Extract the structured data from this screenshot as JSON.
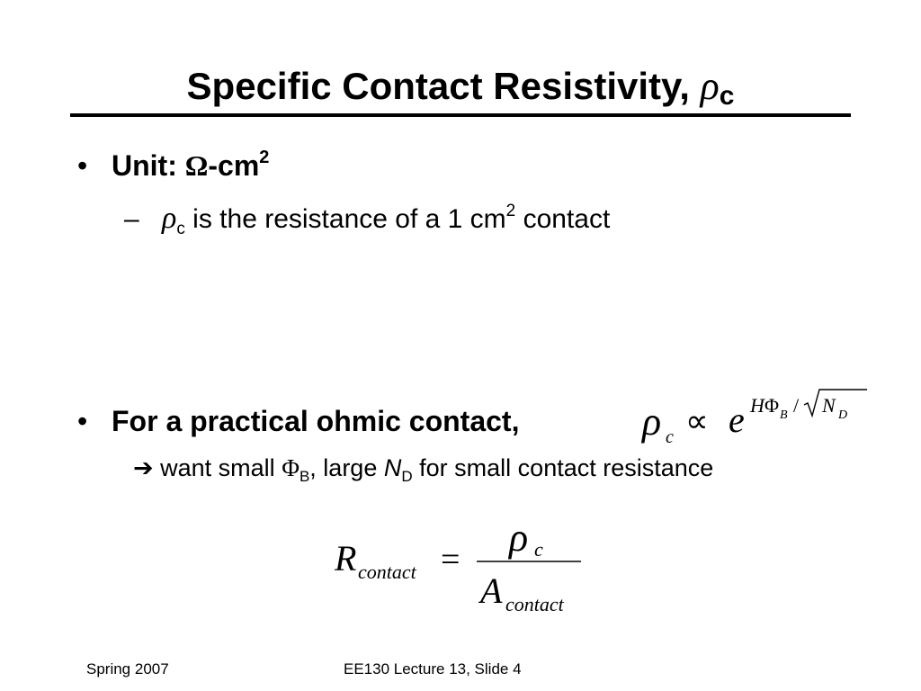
{
  "slide": {
    "title": "Specific Contact Resistivity,",
    "title_symbol": "ρ",
    "title_subscript": "c"
  },
  "bullets": [
    {
      "marker": "•",
      "label": "Unit:",
      "unit_symbol": "Ω",
      "unit_text": "-cm",
      "unit_superscript": "2",
      "sub": {
        "marker": "–",
        "symbol": "ρ",
        "symbol_subscript": "c",
        "text": "is the resistance of a 1 cm",
        "superscript": "2",
        "tail": "contact"
      }
    },
    {
      "marker": "•",
      "label": "For a practical ohmic contact,",
      "sub": {
        "arrow": "➔",
        "text_a": "want small",
        "phi": "Φ",
        "phi_subscript": "B",
        "text_b": ", large",
        "n": "N",
        "n_subscript": "D",
        "text_c": "for small contact resistance"
      }
    }
  ],
  "equation1": {
    "rho": "ρ",
    "rho_sub": "c",
    "proportional": "∝",
    "base": "e",
    "exp_h": "H",
    "exp_phi": "Φ",
    "exp_phi_sub": "B",
    "exp_slash": "/",
    "exp_n": "N",
    "exp_n_sub": "D"
  },
  "equation2": {
    "r": "R",
    "r_sub": "contact",
    "equals": "=",
    "num_rho": "ρ",
    "num_sub": "c",
    "den_a": "A",
    "den_sub": "contact"
  },
  "footer": {
    "left": "Spring 2007",
    "center": "EE130 Lecture 13, Slide 4"
  }
}
